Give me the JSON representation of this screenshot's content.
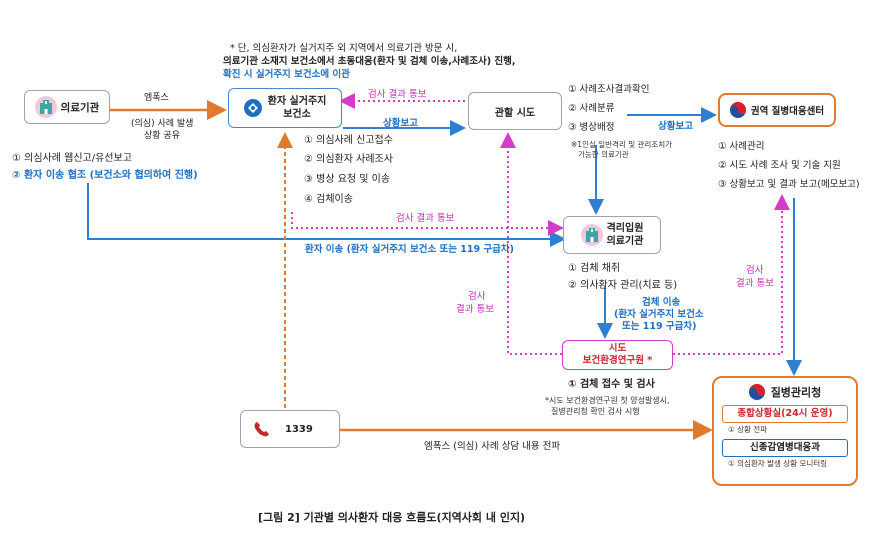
{
  "note_top": {
    "line1": "* 단, 의심환자가 실거지주 외 지역에서 의료기관 방문 시,",
    "line2": "의료기관 소재지 보건소에서 초동대응(환자 및 검체 이송,사례조사) 진행,",
    "line3": "확진 시 실거주지 보건소에 이관"
  },
  "hospital": {
    "label": "의료기관",
    "items": [
      "① 의심사례 웹신고/유선보고",
      "② 환자 이송 협조 (보건소와 협의하여 진행)"
    ]
  },
  "arrow_hosp_to_center": {
    "top": "엠폭스",
    "bottom1": "(의심) 사례 발생",
    "bottom2": "상황 공유"
  },
  "health_center": {
    "label1": "환자 실거주지",
    "label2": "보건소",
    "items": [
      "① 의심사례 신고접수",
      "② 의심환자 사례조사",
      "③ 병상 요청 및 이송",
      "④ 검체이송"
    ]
  },
  "label_test_result_top": "검사 결과 통보",
  "label_status_report_1": "상황보고",
  "city": {
    "label": "관할 시도",
    "items": [
      "① 사례조사결과확인",
      "② 사례분류",
      "③ 병상배정"
    ],
    "footnote1": "※1인실 일반격리 및 관리조치가",
    "footnote2": "가능한 의료기관"
  },
  "label_status_report_2": "상황보고",
  "regional": {
    "label": "권역 질병대응센터",
    "items": [
      "① 사례관리",
      "② 시도 사례 조사 및 기술 지원",
      "③ 상황보고 및 결과 보고(메모보고)"
    ]
  },
  "label_test_result_mid": "검사 결과 통보",
  "label_transfer": "환자 이송 (환자 실거주지 보건소 또는 119 구급차)",
  "isolation": {
    "label1": "격리입원",
    "label2": "의료기관",
    "items": [
      "① 검체 채취",
      "② 의사환자 관리(치료 등)"
    ]
  },
  "label_specimen": {
    "line1": "검체 이송",
    "line2": "(환자 실거주지 보건소",
    "line3": "또는 119 구급차)"
  },
  "label_test_left": {
    "line1": "검사",
    "line2": "결과 통보"
  },
  "label_test_right": {
    "line1": "검사",
    "line2": "결과 통보"
  },
  "lab": {
    "label1": "시도",
    "label2": "보건환경연구원 *",
    "item": "① 검체 접수 및 검사",
    "note1": "*시도 보건환경연구원 첫 양성발생시,",
    "note2": "질병관리청 확인 검사 시행"
  },
  "hotline": {
    "label": "1339"
  },
  "label_hotline": "엠폭스 (의심) 사례 상담 내용 전파",
  "kdca": {
    "label": "질병관리청",
    "sub1": "종합상황실(24시 운영)",
    "sub1_item": "① 상황 전파",
    "sub2": "신종감염병대응과",
    "sub2_item": "① 의심환자 발생 상황 모니터링"
  },
  "caption": "[그림 2] 기관별 의사환자 대응 흐름도(지역사회 내 인지)",
  "colors": {
    "orange": "#e07b2e",
    "blue": "#2f7fd0",
    "pink": "#d23cc8",
    "gray": "#9aa5b1"
  }
}
